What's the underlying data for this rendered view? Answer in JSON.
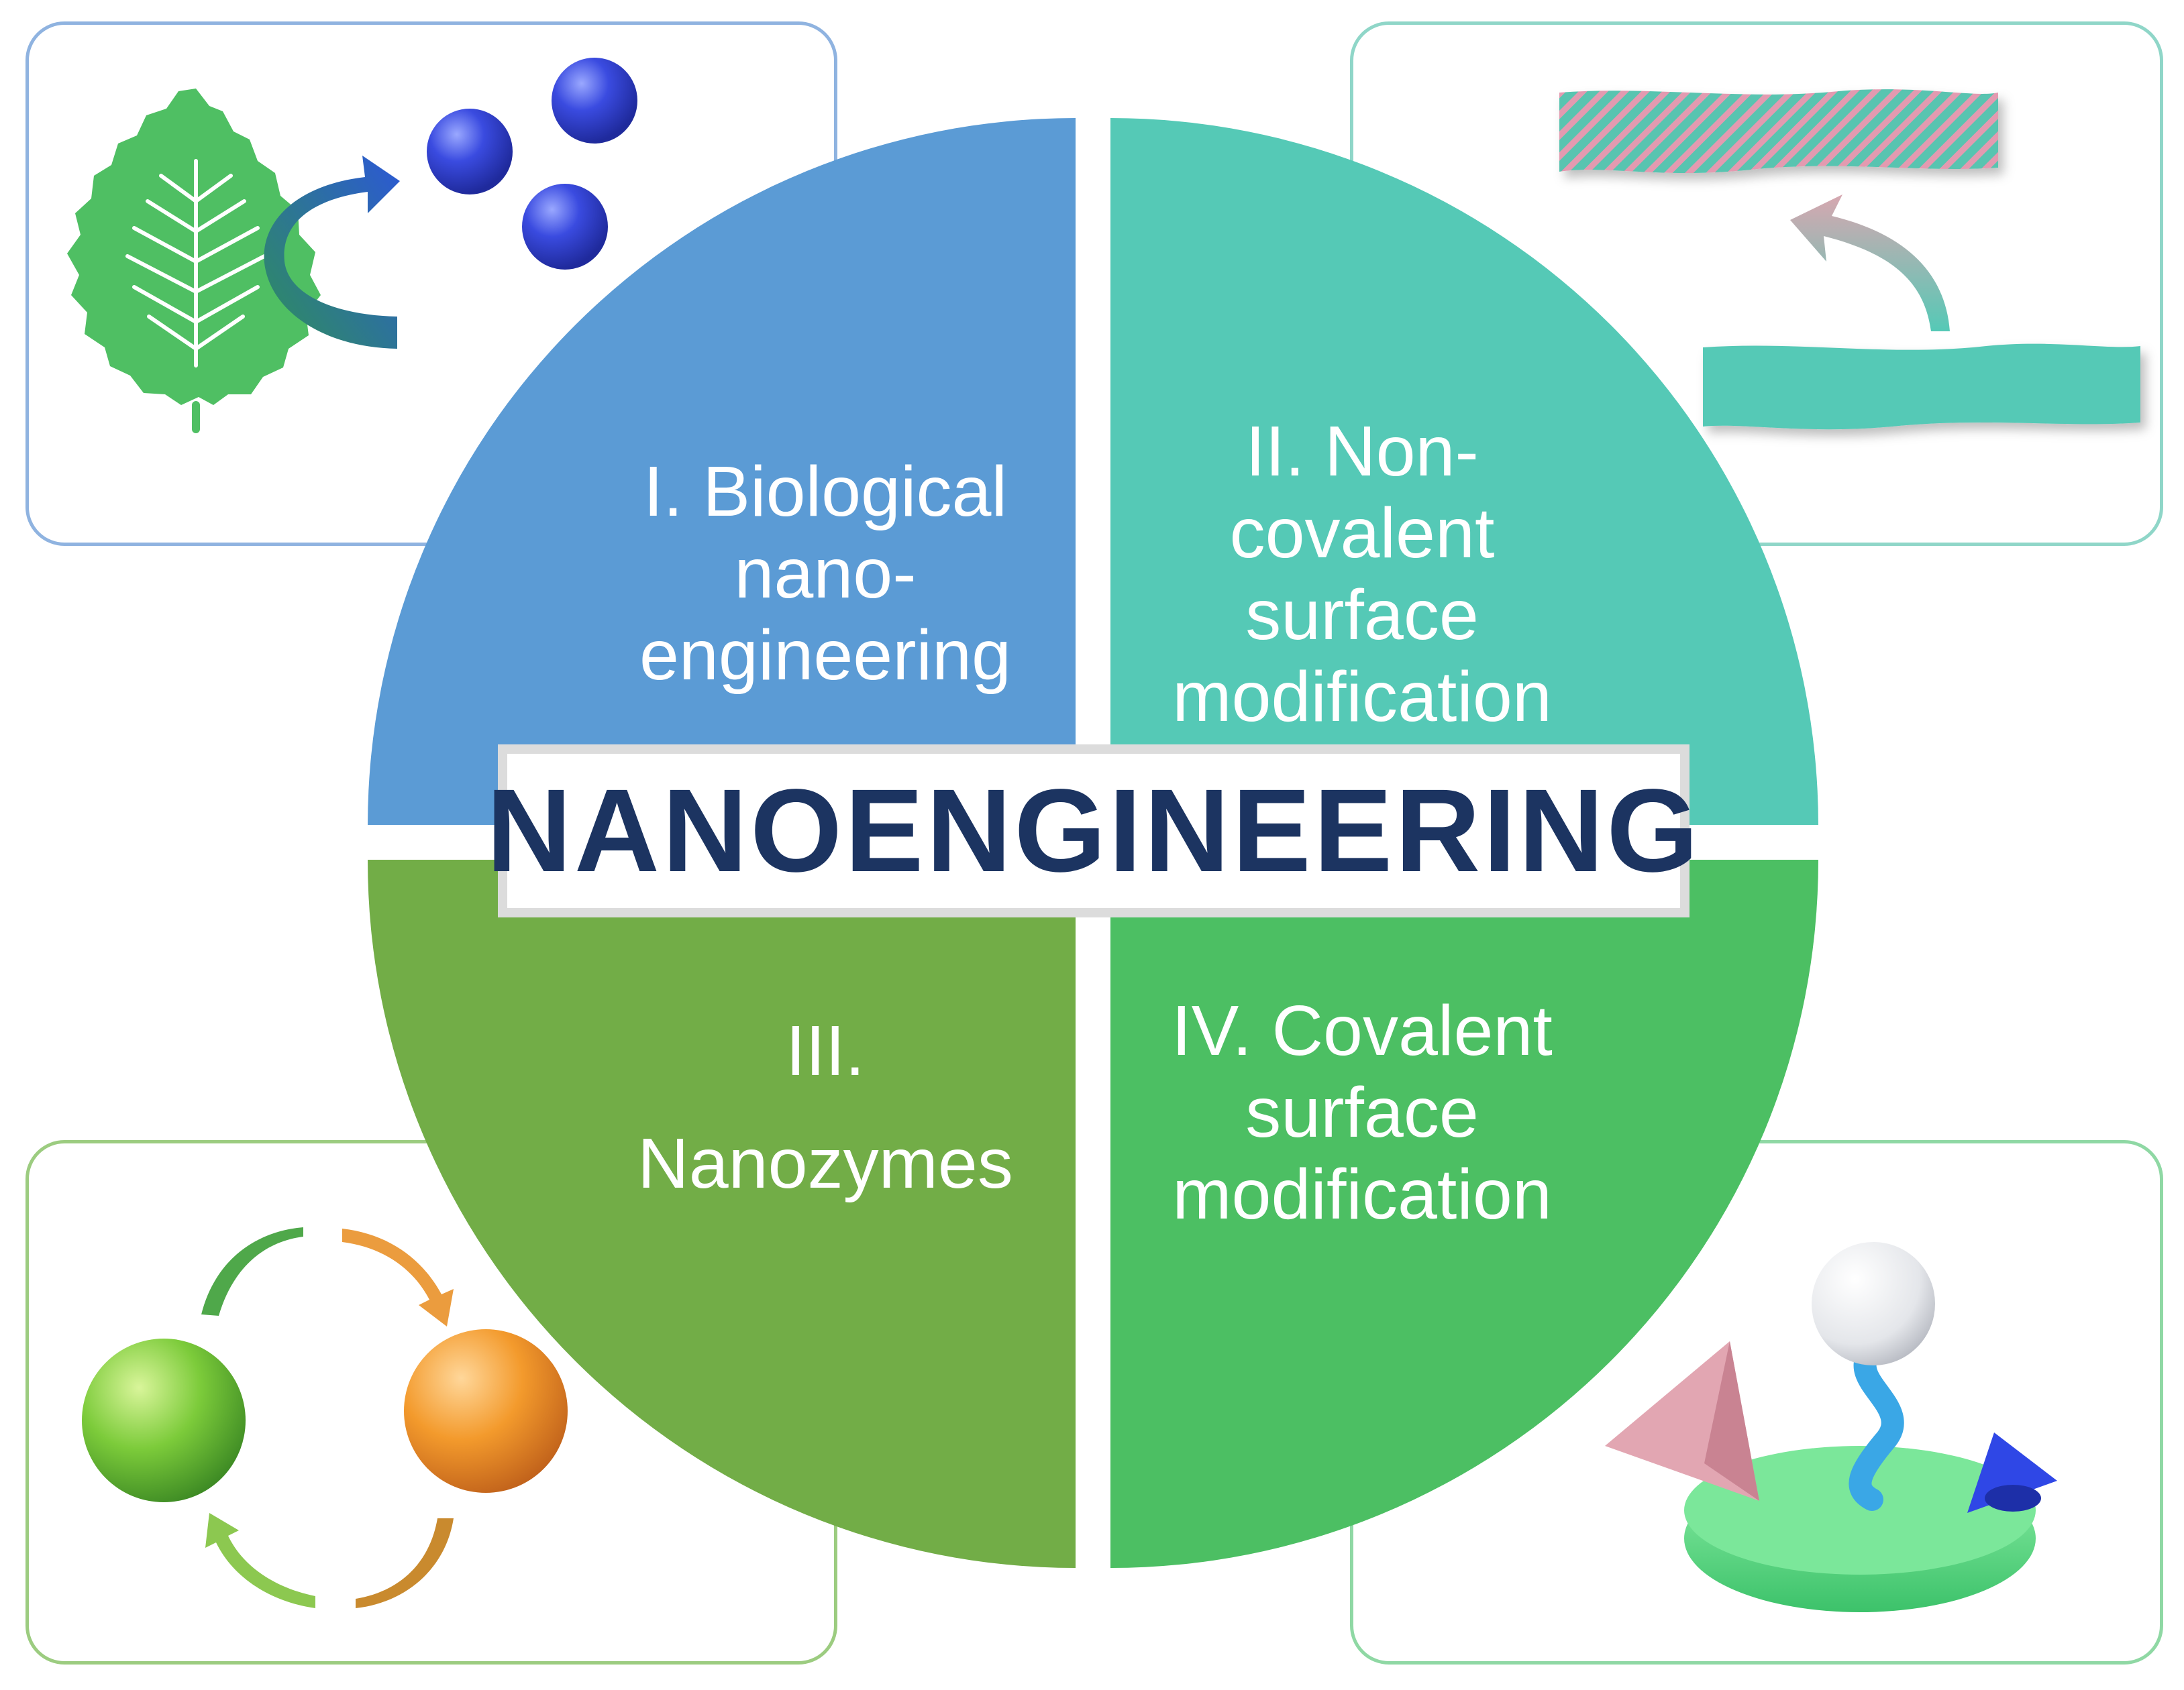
{
  "title": "NANOENGINEERING",
  "quadrants": [
    {
      "lines": [
        "I. Biological",
        "nano-",
        "engineering"
      ],
      "color": "#5b9bd5"
    },
    {
      "lines": [
        "II. Non-",
        "covalent",
        "surface",
        "modification"
      ],
      "color": "#55c9b6"
    },
    {
      "lines": [
        "III.",
        "Nanozymes"
      ],
      "color": "#72ad47"
    },
    {
      "lines": [
        "IV. Covalent",
        "surface",
        "modification"
      ],
      "color": "#4cbf63"
    }
  ],
  "colors": {
    "title_text": "#1c3461",
    "title_border": "#dcdcdc",
    "box_blue_border": "#8fb3e0",
    "box_teal_border": "#8fd6c8",
    "box_green_border": "#9ccc80",
    "box_green2_border": "#8fd8a4"
  },
  "icons": {
    "top_left": "leaf-to-nanoparticles-icon",
    "top_right": "surface-coating-icon",
    "bottom_left": "redox-cycle-icon",
    "bottom_right": "covalent-ligand-surface-icon"
  }
}
